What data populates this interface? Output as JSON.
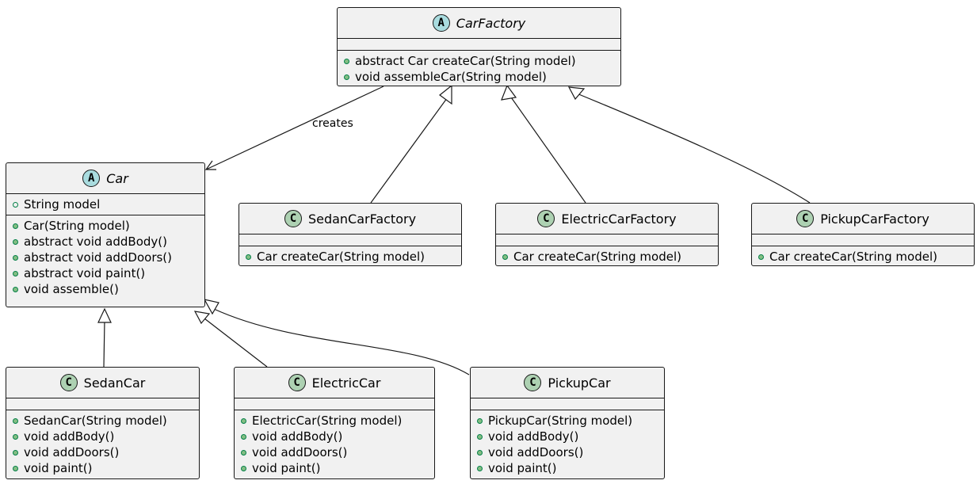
{
  "classes": {
    "carfactory": {
      "stereotype": "A",
      "name": "CarFactory",
      "attributes": [],
      "methods": [
        "abstract Car createCar(String model)",
        "void assembleCar(String model)"
      ]
    },
    "car": {
      "stereotype": "A",
      "name": "Car",
      "attributes": [
        "String model"
      ],
      "methods": [
        "Car(String model)",
        "abstract void addBody()",
        "abstract void addDoors()",
        "abstract void paint()",
        "void assemble()"
      ]
    },
    "sedancarfactory": {
      "stereotype": "C",
      "name": "SedanCarFactory",
      "methods": [
        "Car createCar(String model)"
      ]
    },
    "electriccarfactory": {
      "stereotype": "C",
      "name": "ElectricCarFactory",
      "methods": [
        "Car createCar(String model)"
      ]
    },
    "pickupcarfactory": {
      "stereotype": "C",
      "name": "PickupCarFactory",
      "methods": [
        "Car createCar(String model)"
      ]
    },
    "sedancar": {
      "stereotype": "C",
      "name": "SedanCar",
      "methods": [
        "SedanCar(String model)",
        "void addBody()",
        "void addDoors()",
        "void paint()"
      ]
    },
    "electriccar": {
      "stereotype": "C",
      "name": "ElectricCar",
      "methods": [
        "ElectricCar(String model)",
        "void addBody()",
        "void addDoors()",
        "void paint()"
      ]
    },
    "pickupcar": {
      "stereotype": "C",
      "name": "PickupCar",
      "methods": [
        "PickupCar(String model)",
        "void addBody()",
        "void addDoors()",
        "void paint()"
      ]
    }
  },
  "relations": {
    "creates_label": "creates"
  },
  "colors": {
    "box_fill": "#f1f1f1",
    "border": "#181818",
    "abstract_badge": "#a9dcdf",
    "class_badge": "#add1b2",
    "visibility_public": "#84be84"
  }
}
